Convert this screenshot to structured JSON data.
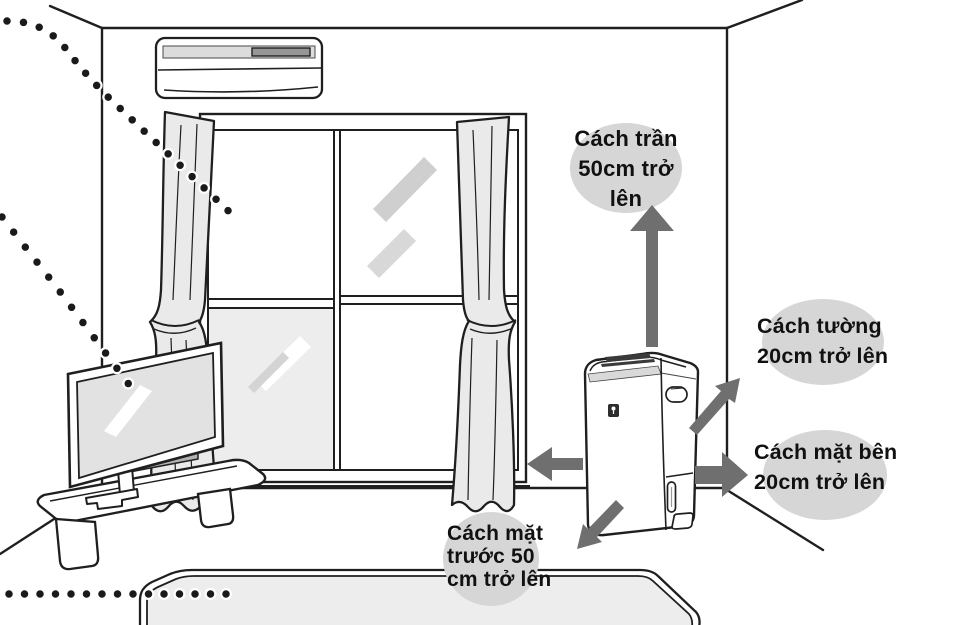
{
  "diagram": {
    "description": "Installation clearance diagram for an air purifier/dehumidifier in a room"
  },
  "labels": {
    "ceiling_clearance": {
      "lines": [
        "Cách trần",
        "50cm trở",
        "lên"
      ]
    },
    "wall_clearance": {
      "lines": [
        "Cách tường",
        "20cm trở lên"
      ]
    },
    "side_clearance": {
      "lines": [
        "Cách mặt bên",
        "20cm trở lên"
      ]
    },
    "front_clearance": {
      "lines": [
        "Cách mặt",
        "trước 50",
        "cm trở lên"
      ]
    }
  },
  "colors": {
    "text": "#111111",
    "outline": "#1f1f1f",
    "arrow": "#6f6f6f",
    "bubble": "#d6d6d6",
    "curtain": "#eaeaea",
    "glass_shade": "#ededed",
    "screen": "#e2e2e2",
    "rug": "#ededed",
    "ac_band": "#dcdcdc",
    "ac_vent": "#969696",
    "tv_bar": "#b2b2b2"
  }
}
